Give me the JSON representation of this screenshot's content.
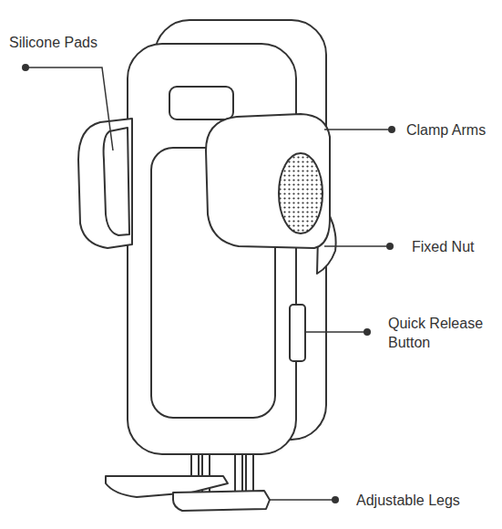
{
  "diagram": {
    "labels": [
      "Silicone Pads",
      "Clamp Arms",
      "Fixed Nut",
      "Quick Release Button",
      "Adjustable Legs"
    ]
  }
}
